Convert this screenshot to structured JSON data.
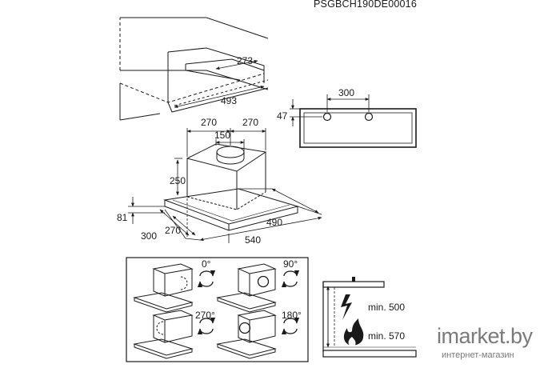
{
  "header": {
    "code": "PSGBCH190DE00016"
  },
  "cabinet": {
    "depth": "273",
    "width": "493"
  },
  "front_view": {
    "hole_spacing": "300",
    "offset": "47"
  },
  "hood": {
    "left_offset": "270",
    "right_offset": "270",
    "duct_diameter": "150",
    "box_height": "250",
    "panel_thickness": "81",
    "inner_width": "490",
    "front_depth": "300",
    "box_depth": "270",
    "total_width": "540"
  },
  "rotation": {
    "a0": "0°",
    "a90": "90°",
    "a270": "270°",
    "a180": "180°"
  },
  "clearance": {
    "electric": "min. 500",
    "gas": "min. 570"
  },
  "watermark": {
    "main": "imarket.by",
    "sub": "интернет-магазин"
  }
}
